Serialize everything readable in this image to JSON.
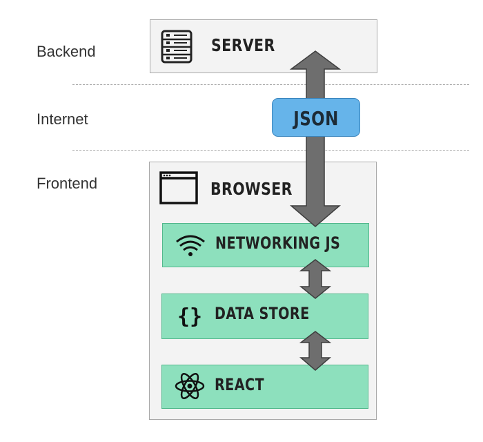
{
  "layers": {
    "backend": "Backend",
    "internet": "Internet",
    "frontend": "Frontend"
  },
  "server": {
    "label": "SERVER",
    "icon": "server-icon"
  },
  "transport": {
    "label": "JSON"
  },
  "browser": {
    "label": "BROWSER",
    "icon": "browser-window-icon",
    "modules": [
      {
        "label": "NETWORKING JS",
        "icon": "wifi-icon"
      },
      {
        "label": "DATA STORE",
        "icon": "curly-braces-icon"
      },
      {
        "label": "REACT",
        "icon": "react-atom-icon"
      }
    ]
  },
  "colors": {
    "module_fill": "#8de0bd",
    "json_fill": "#66b4ea",
    "container_fill": "#f3f3f3",
    "arrow_fill": "#6e6e6e"
  }
}
